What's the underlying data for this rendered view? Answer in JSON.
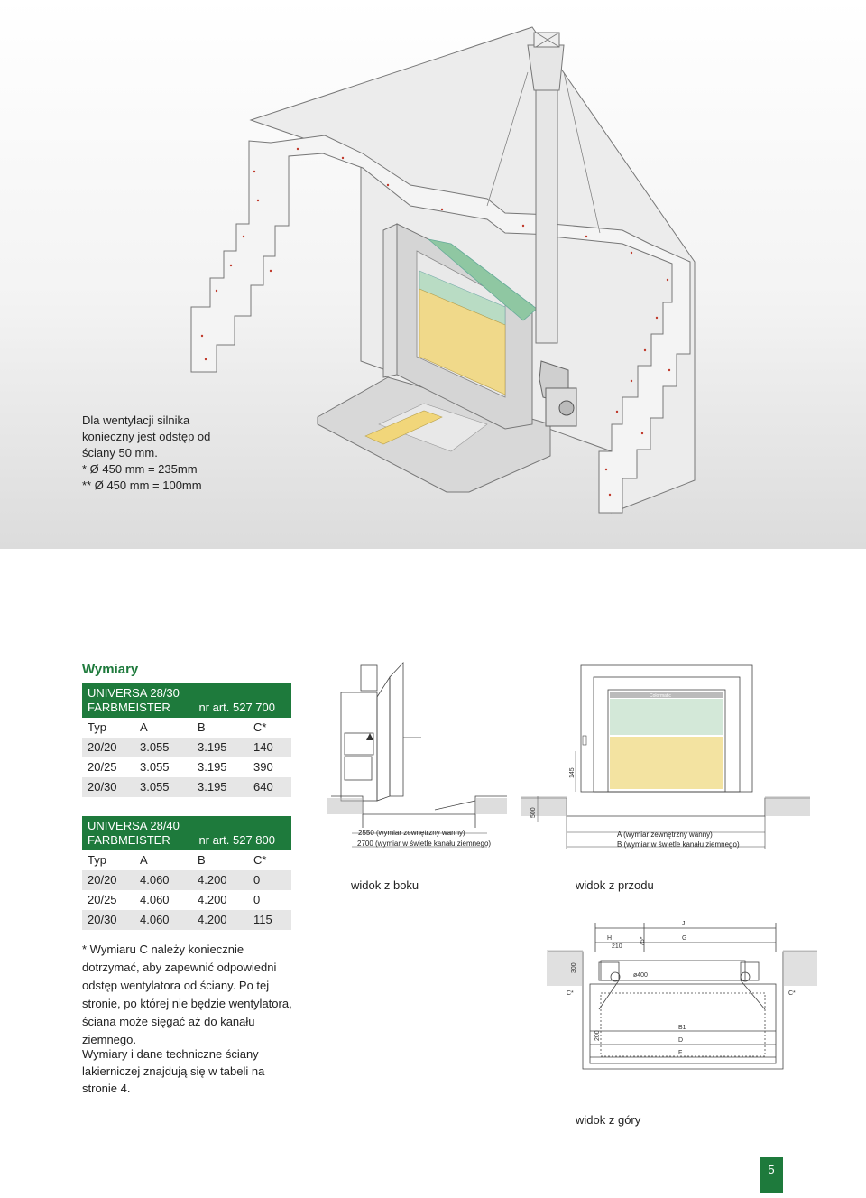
{
  "note": {
    "lines": [
      "Dla wentylacji silnika",
      "konieczny jest odstęp od",
      "ściany 50 mm.",
      "* Ø 450 mm = 235mm",
      "** Ø 450 mm = 100mm"
    ]
  },
  "dimensions": {
    "heading": "Wymiary",
    "table1": {
      "title_l1": "UNIVERSA 28/30",
      "title_l2": "FARBMEISTER",
      "article": "nr art. 527 700",
      "columns": [
        "Typ",
        "A",
        "B",
        "C*"
      ],
      "rows": [
        [
          "20/20",
          "3.055",
          "3.195",
          "140"
        ],
        [
          "20/25",
          "3.055",
          "3.195",
          "390"
        ],
        [
          "20/30",
          "3.055",
          "3.195",
          "640"
        ]
      ]
    },
    "table2": {
      "title_l1": "UNIVERSA 28/40",
      "title_l2": "FARBMEISTER",
      "article": "nr art. 527 800",
      "columns": [
        "Typ",
        "A",
        "B",
        "C*"
      ],
      "rows": [
        [
          "20/20",
          "4.060",
          "4.200",
          "0"
        ],
        [
          "20/25",
          "4.060",
          "4.200",
          "0"
        ],
        [
          "20/30",
          "4.060",
          "4.200",
          "115"
        ]
      ]
    },
    "footnote": "* Wymiaru C należy koniecznie dotrzymać, aby zapewnić odpowiedni odstęp wentylatora od ściany. Po tej stronie, po której nie będzie wentylatora, ściana może sięgać aż do kanału ziemnego.",
    "reference": "Wymiary i dane techniczne ściany lakierniczej znajdują się w tabeli na stronie 4."
  },
  "side_view": {
    "label": "widok z boku",
    "dim_outer": "2550 (wymiar zewnętrzny wanny)",
    "dim_inner": "2700 (wymiar w świetle kanału ziemnego)"
  },
  "front_view": {
    "label": "widok z przodu",
    "dim_a": "A (wymiar zewnętrzny wanny)",
    "dim_b": "B  (wymiar w świetle kanału ziemnego)",
    "dim_145": "145",
    "dim_500": "500",
    "brand": "Colormatic"
  },
  "top_view": {
    "label": "widok z góry",
    "dims": [
      "J",
      "H",
      "G",
      "210",
      "75*",
      "300",
      "ø400",
      "C*",
      "C*",
      "B1",
      "D",
      "F",
      "200"
    ]
  },
  "page_number": "5"
}
